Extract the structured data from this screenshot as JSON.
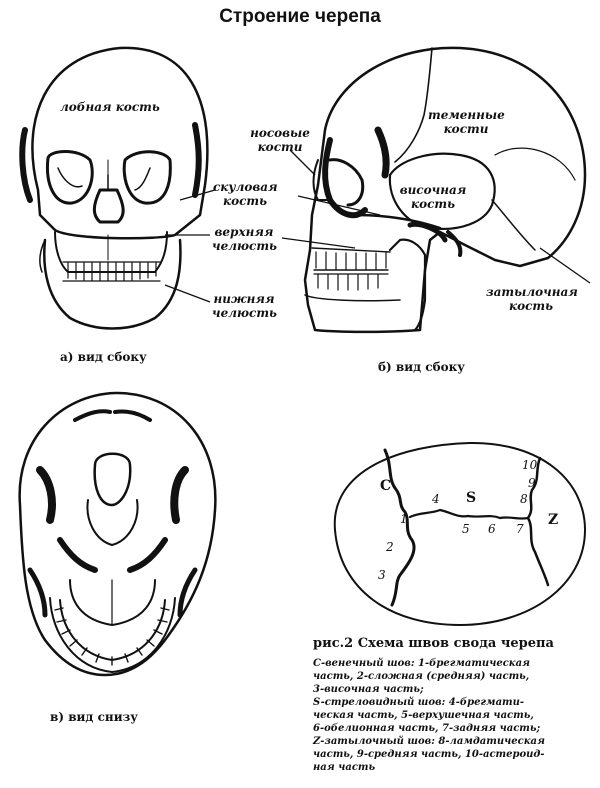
{
  "title": "Строение черепа",
  "front_view": {
    "caption": "а) вид сбоку",
    "labels": {
      "frontal": "лобная кость",
      "zygomatic": "скуловая кость",
      "maxilla": "верхняя челюсть",
      "mandible": "нижняя челюсть"
    }
  },
  "side_view": {
    "caption": "б) вид сбоку",
    "labels": {
      "nasal": "носовые кости",
      "parietal": "теменные кости",
      "temporal": "височная кость",
      "occipital": "затылочная кость"
    }
  },
  "bottom_view": {
    "caption": "в) вид снизу"
  },
  "sutures": {
    "letters": [
      "C",
      "S",
      "Z"
    ],
    "numbers": [
      "1",
      "2",
      "3",
      "4",
      "5",
      "6",
      "7",
      "8",
      "9",
      "10"
    ],
    "legend_title": "рис.2 Схема швов свода черепа",
    "legend_lines": [
      "С-венечный шов: 1-брегматическая",
      "часть, 2-сложная (средняя) часть,",
      "3-височная часть;",
      "S-стреловидный шов: 4-брегмати-",
      "ческая часть, 5-верхушечная часть,",
      "6-обелионная часть, 7-задняя часть;",
      "Z-затылочный шов: 8-ламдатическая",
      "часть, 9-средняя часть, 10-астероид-",
      "ная часть"
    ]
  }
}
